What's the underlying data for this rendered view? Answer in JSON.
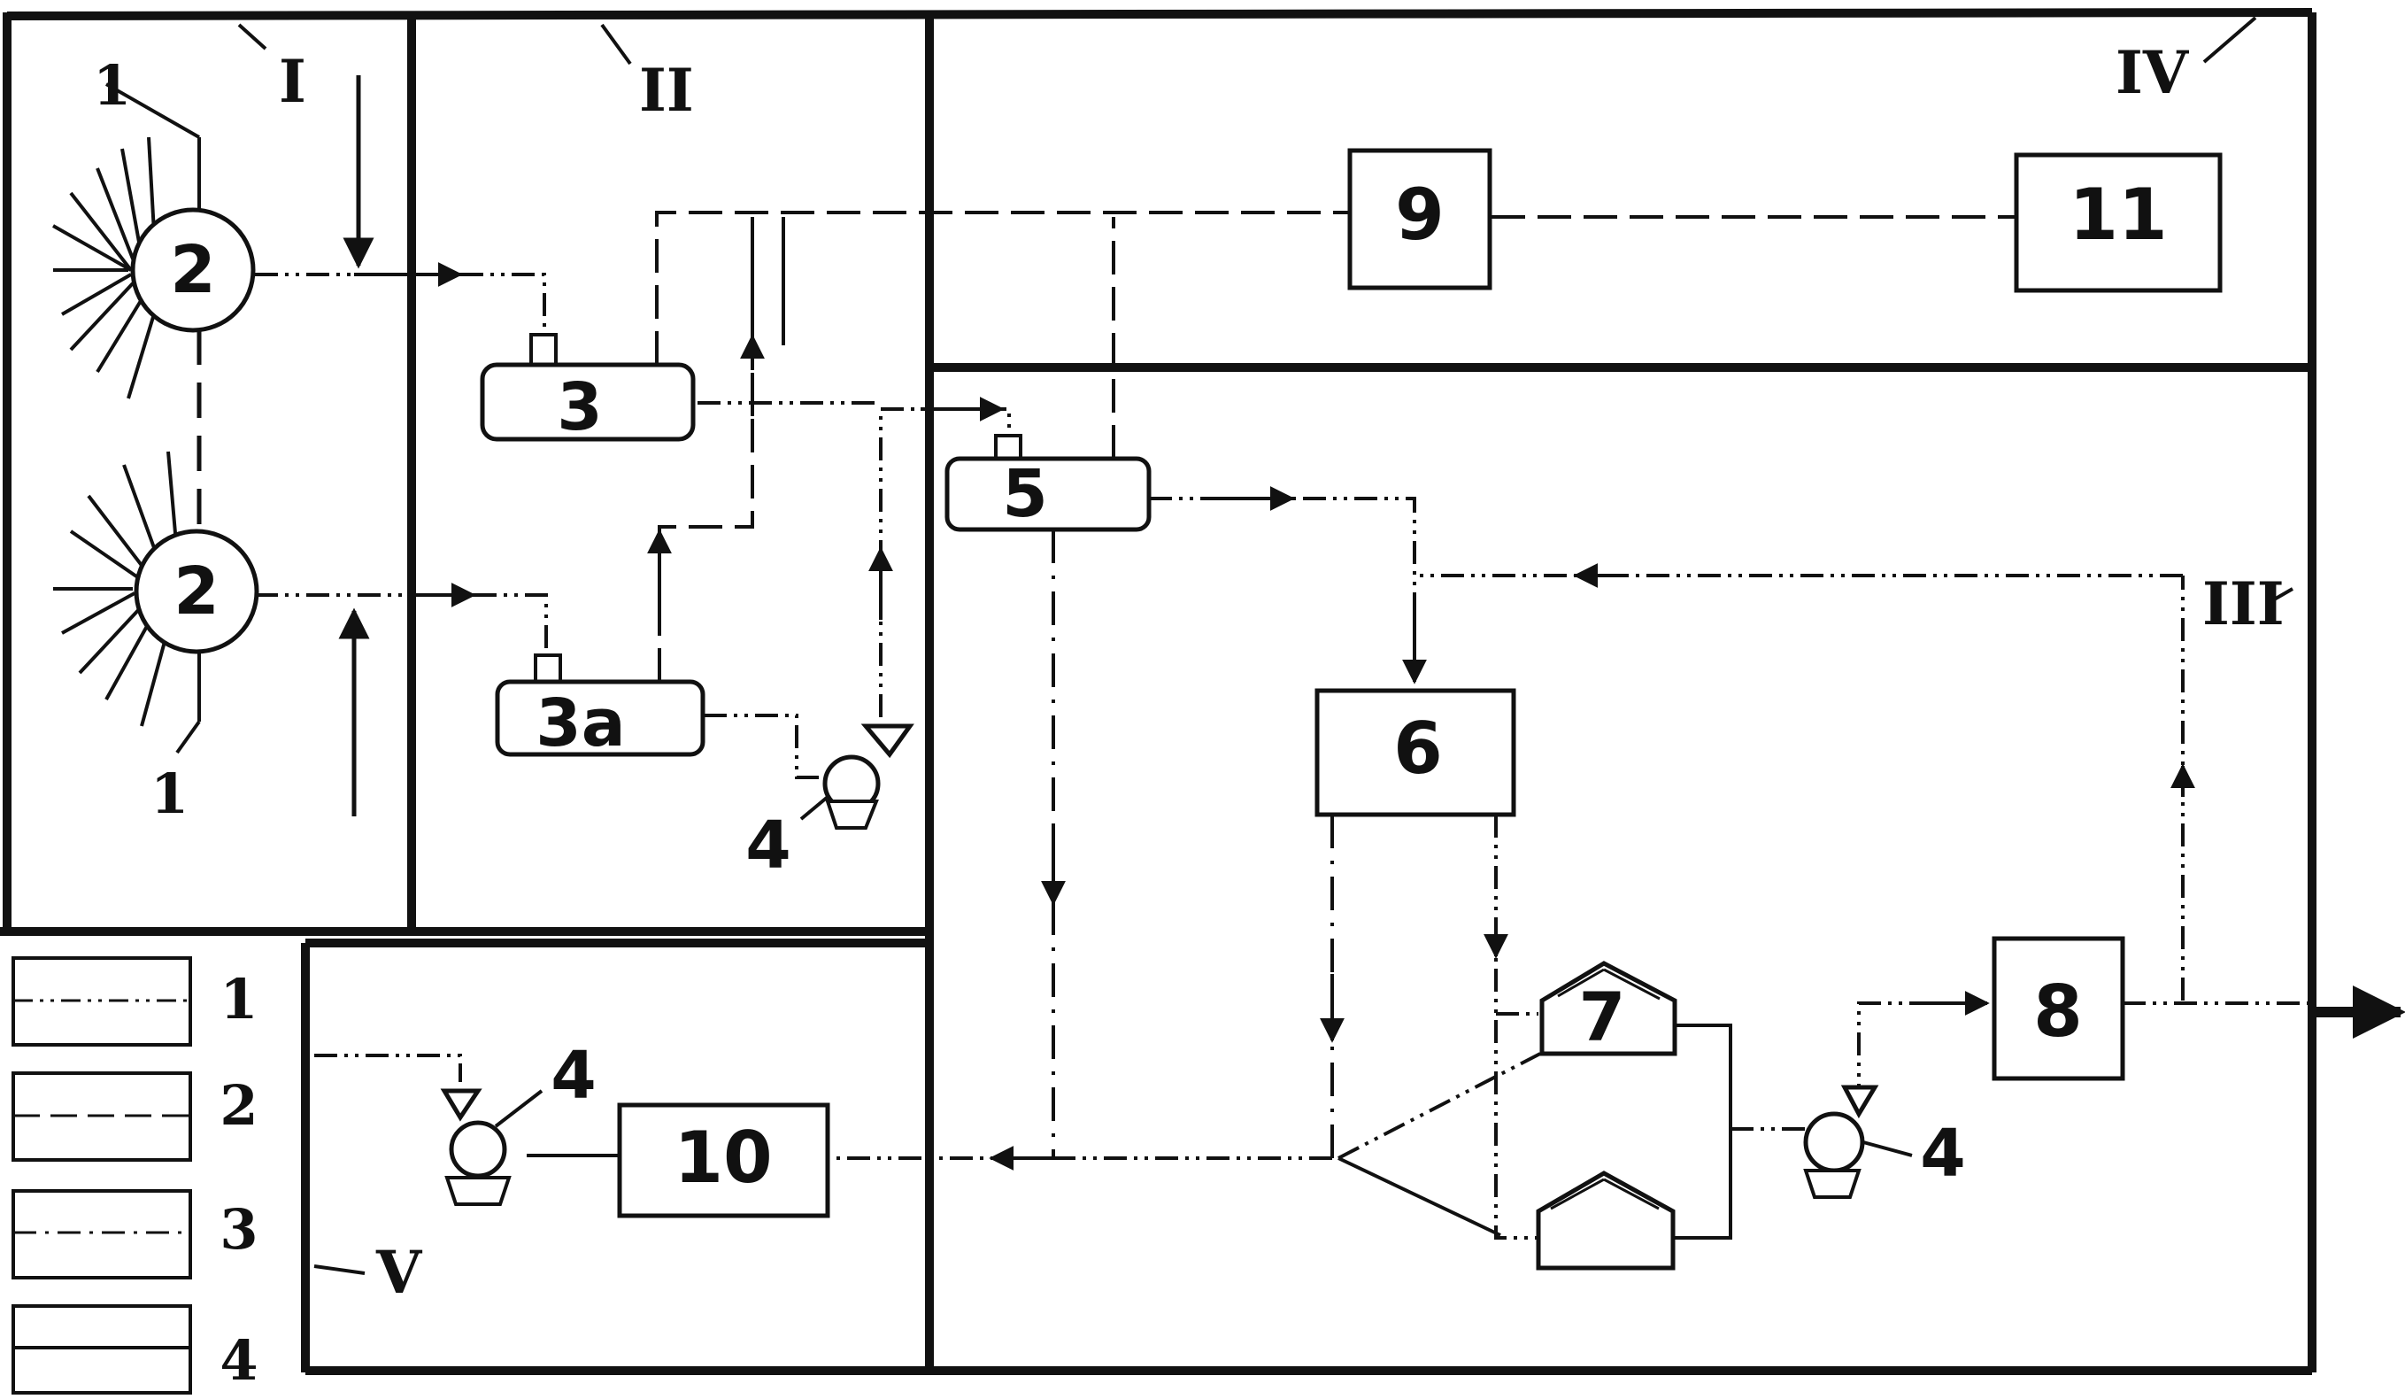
{
  "zones": {
    "I": "I",
    "II": "II",
    "III": "III",
    "IV": "IV",
    "V": "V"
  },
  "units": {
    "well_top": "2",
    "well_bottom": "2",
    "separator_3": "3",
    "separator_3a": "3a",
    "separator_5": "5",
    "unit_6": "6",
    "tank_7": "7",
    "unit_8": "8",
    "unit_9": "9",
    "unit_10": "10",
    "unit_11": "11"
  },
  "callouts": {
    "flowline_top": "1",
    "flowline_bottom": "1",
    "pump_zone2": "4",
    "pump_zone5": "4",
    "pump_zone3": "4"
  },
  "legend": {
    "items": [
      "1",
      "2",
      "3",
      "4"
    ]
  },
  "colors": {
    "ink": "#111111",
    "background": "#ffffff"
  }
}
